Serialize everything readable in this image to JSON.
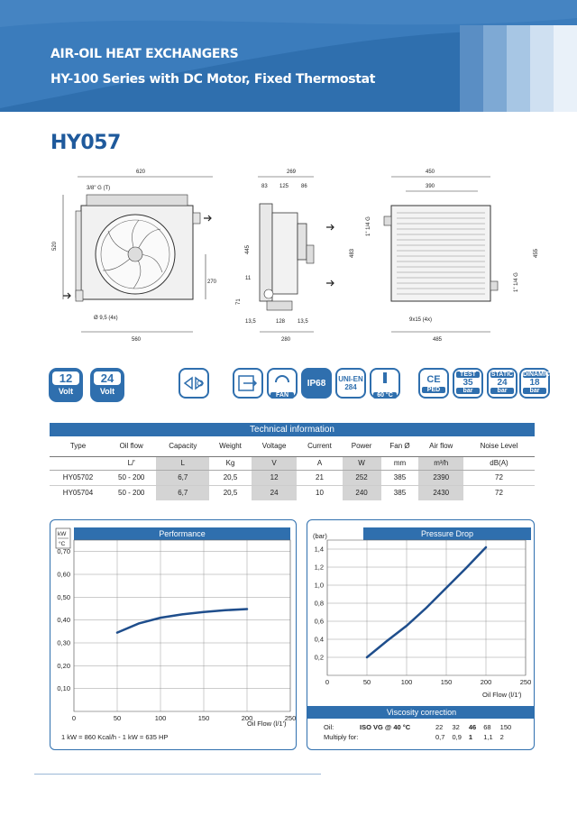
{
  "header": {
    "line1": "AIR-OIL HEAT EXCHANGERS",
    "line2": "HY-100 Series with DC Motor, Fixed Thermostat",
    "stripe_colors": [
      "#5a8ec4",
      "#7ea9d4",
      "#a7c6e4",
      "#cfe0f1",
      "#e9f1f9"
    ]
  },
  "model": "HY057",
  "drawings": {
    "front": {
      "width": "620",
      "port": "3/8\" G (T)",
      "height": "520",
      "side": "270",
      "holes": "Ø 9,5 (4x)",
      "base": "560"
    },
    "side": {
      "top": "269",
      "a": "83",
      "b": "125",
      "c": "86",
      "h1": "445",
      "h2": "11",
      "h3": "71",
      "bottom1": "13,5",
      "bottom2": "128",
      "bottom3": "13,5",
      "base": "280"
    },
    "back": {
      "width": "450",
      "inner": "390",
      "port1": "1\" 1/4 G",
      "port2": "1\" 1/4 G",
      "h1": "483",
      "h2": "455",
      "holes": "9x15 (4x)",
      "base": "485"
    }
  },
  "badges": {
    "volt1": {
      "value": "12",
      "unit": "Volt"
    },
    "volt2": {
      "value": "24",
      "unit": "Volt"
    },
    "fan": "FAN",
    "ip": "IP68",
    "uni1": "UNI-EN",
    "uni2": "284",
    "temp": "60 °C",
    "ce1": "CE",
    "ce2": "PED",
    "test": {
      "label": "TEST",
      "value": "35",
      "unit": "bar"
    },
    "static": {
      "label": "STATIC",
      "value": "24",
      "unit": "bar"
    },
    "dynamic": {
      "label": "DINAMIC",
      "value": "18",
      "unit": "bar"
    }
  },
  "tech": {
    "title": "Technical information",
    "columns": [
      "Type",
      "Oil flow",
      "Capacity",
      "Weight",
      "Voltage",
      "Current",
      "Power",
      "Fan Ø",
      "Air flow",
      "Noise Level"
    ],
    "units": [
      "",
      "L/'",
      "L",
      "Kg",
      "V",
      "A",
      "W",
      "mm",
      "m³/h",
      "dB(A)"
    ],
    "rows": [
      [
        "HY05702",
        "50 - 200",
        "6,7",
        "20,5",
        "12",
        "21",
        "252",
        "385",
        "2390",
        "72"
      ],
      [
        "HY05704",
        "50 - 200",
        "6,7",
        "20,5",
        "24",
        "10",
        "240",
        "385",
        "2430",
        "72"
      ]
    ]
  },
  "performance": {
    "title": "Performance",
    "y_unit_top": "kW",
    "y_unit_bottom": "°C",
    "x_label": "Oil Flow  (l/1')",
    "note": "1 kW = 860 Kcal/h  - 1 kW = 635 HP"
  },
  "pressure": {
    "title": "Pressure Drop",
    "y_unit": "(bar)",
    "x_label": "Oil Flow  (l/1')"
  },
  "viscosity": {
    "title": "Viscosity correction",
    "oil_label": "Oil:",
    "grade": "ISO VG @ 40 °C",
    "grades": [
      "22",
      "32",
      "46",
      "68",
      "150"
    ],
    "mult_label": "Multiply for:",
    "multipliers": [
      "0,7",
      "0,9",
      "1",
      "1,1",
      "2"
    ]
  },
  "chart_data": [
    {
      "type": "line",
      "title": "Performance",
      "xlabel": "Oil Flow  (l/1')",
      "ylabel": "kW/°C",
      "xlim": [
        0,
        250
      ],
      "ylim": [
        0,
        0.75
      ],
      "x_ticks": [
        "0",
        "50",
        "100",
        "150",
        "200",
        "250"
      ],
      "y_ticks": [
        "0,10",
        "0,20",
        "0,30",
        "0,40",
        "0,50",
        "0,60",
        "0,70"
      ],
      "x": [
        50,
        75,
        100,
        125,
        150,
        175,
        200
      ],
      "y": [
        0.345,
        0.385,
        0.41,
        0.425,
        0.435,
        0.443,
        0.448
      ],
      "grid": true
    },
    {
      "type": "line",
      "title": "Pressure Drop",
      "xlabel": "Oil Flow  (l/1')",
      "ylabel": "(bar)",
      "xlim": [
        0,
        250
      ],
      "ylim": [
        0,
        1.5
      ],
      "x_ticks": [
        "0",
        "50",
        "100",
        "150",
        "200",
        "250"
      ],
      "y_ticks": [
        "0,2",
        "0,4",
        "0,6",
        "0,8",
        "1,0",
        "1,2",
        "1,4"
      ],
      "x": [
        50,
        75,
        100,
        125,
        150,
        175,
        200
      ],
      "y": [
        0.2,
        0.38,
        0.55,
        0.75,
        0.97,
        1.19,
        1.42
      ],
      "grid": true
    }
  ]
}
